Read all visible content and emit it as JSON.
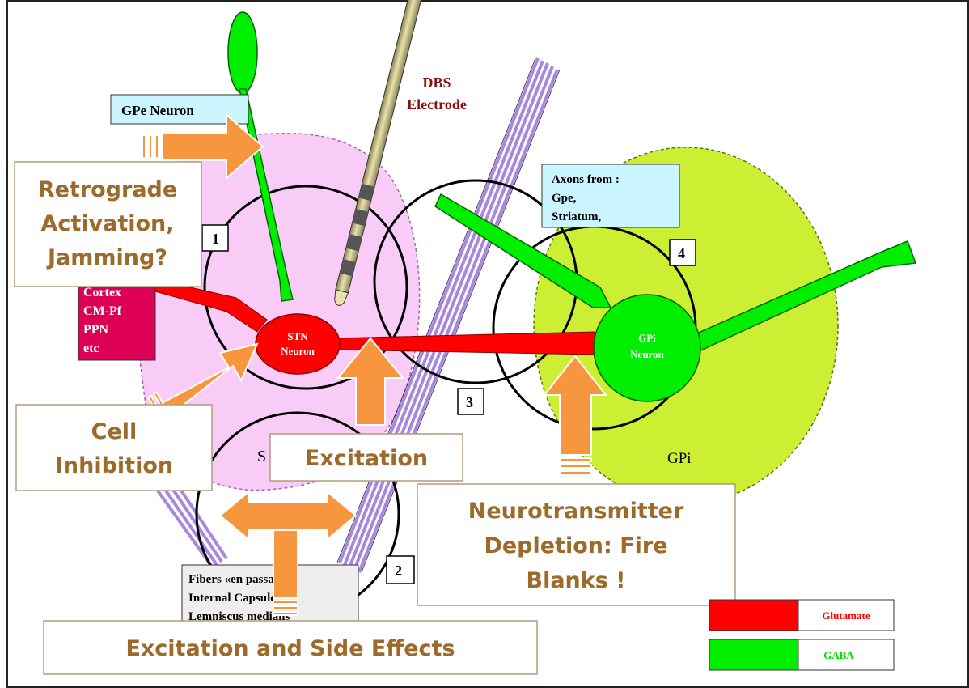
{
  "labels": {
    "gpe_neuron": "GPe Neuron",
    "dbs_electrode_line1": "DBS",
    "dbs_electrode_line2": "Electrode",
    "axons_from_line1": "Axons from :",
    "axons_from_line2": "Gpe,",
    "axons_from_line3": "Striatum,",
    "cortex_box": [
      "Cortex",
      "CM-Pf",
      "PPN",
      "etc"
    ],
    "stn_neuron_line1": "STN",
    "stn_neuron_line2": "Neuron",
    "gpi_neuron_line1": "GPi",
    "gpi_neuron_line2": "Neuron",
    "gpi_region": "GPi",
    "stn_region_partial": "S",
    "fibers_line1": "Fibers «en passant»",
    "fibers_line2": "Internal Capsule",
    "fibers_line3": "Lemniscus medialis",
    "num_1": "1",
    "num_2": "2",
    "num_3": "3",
    "num_4": "4"
  },
  "callouts": {
    "retrograde_line1": "Retrograde",
    "retrograde_line2": "Activation,",
    "retrograde_line3": "Jamming?",
    "cell_line1": "Cell",
    "cell_line2": "Inhibition",
    "excitation": "Excitation",
    "neuro_line1": "Neurotransmitter",
    "neuro_line2": "Depletion: Fire",
    "neuro_line3": "Blanks !",
    "side_effects": "Excitation and Side Effects"
  },
  "legend": {
    "glutamate": "Glutamate",
    "gaba": "GABA"
  },
  "colors": {
    "stn_region": "#f9ccf7",
    "gpi_region": "#ccee33",
    "glutamate": "#ff0000",
    "gaba": "#00ee00",
    "arrow": "#f7963f",
    "callout_text": "#9c6a2a",
    "cortex_box": "#dd0055",
    "fibers": "#a888dd",
    "electrode": "#c8bf7a",
    "label_box": "#ccf6ff"
  }
}
